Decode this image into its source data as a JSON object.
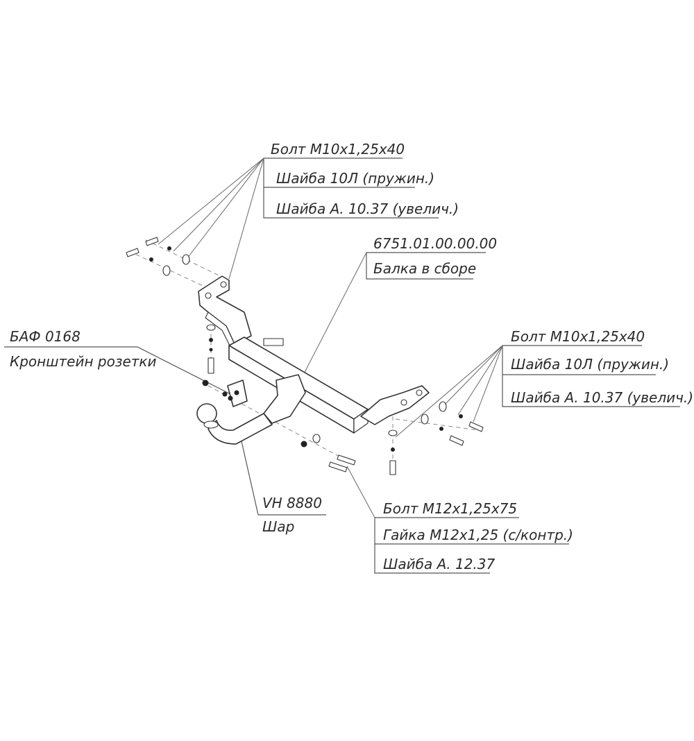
{
  "labels": {
    "top_left": [
      "Болт М10х1,25х40",
      "Шайба 10Л (пружин.)",
      "Шайба А. 10.37 (увелич.)"
    ],
    "beam": {
      "code": "6751.01.00.00.00",
      "name": "Балка в сборе"
    },
    "right": [
      "Болт М10х1,25х40",
      "Шайба 10Л (пружин.)",
      "Шайба А. 10.37 (увелич.)"
    ],
    "socket_bracket": {
      "code": "БАФ 0168",
      "name": "Кронштейн розетки"
    },
    "ball": {
      "code": "VH 8880",
      "name": "Шар"
    },
    "bottom": [
      "Болт М12х1,25х75",
      "Гайка М12х1,25 (с/контр.)",
      "Шайба А. 12.37"
    ]
  }
}
